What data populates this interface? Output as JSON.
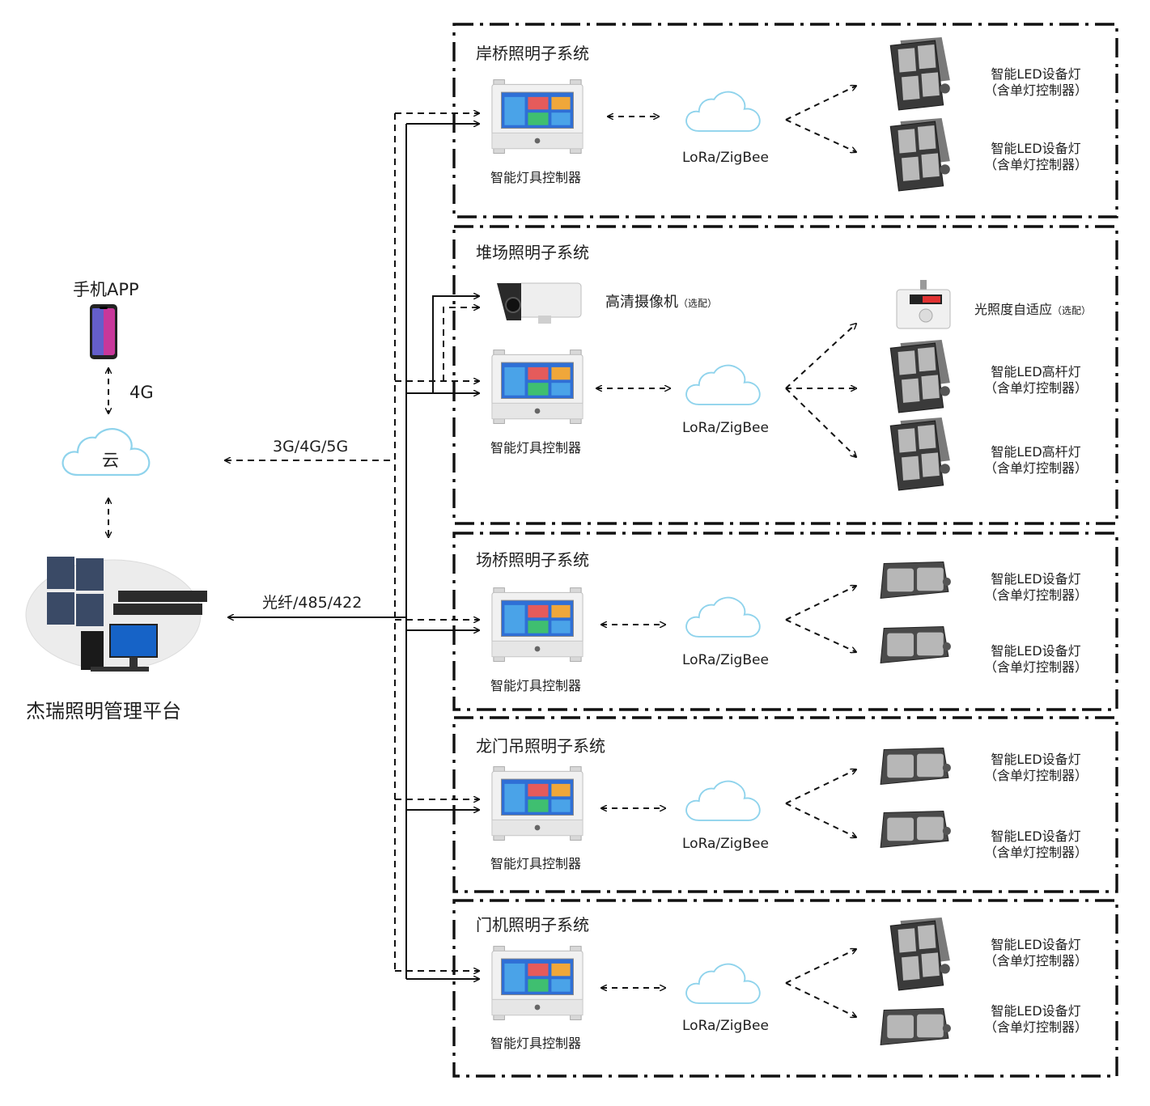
{
  "platform": {
    "mobile_app": "手机APP",
    "link_4g": "4G",
    "cloud": "云",
    "management_platform": "杰瑞照明管理平台",
    "wireless_link": "3G/4G/5G",
    "wired_link": "光纤/485/422"
  },
  "common": {
    "controller": "智能灯具控制器",
    "network": "LoRa/ZigBee"
  },
  "subsystems": [
    {
      "title": "岸桥照明子系统",
      "lamps": [
        {
          "name": "智能LED设备灯",
          "sub": "（含单灯控制器）"
        },
        {
          "name": "智能LED设备灯",
          "sub": "（含单灯控制器）"
        }
      ]
    },
    {
      "title": "堆场照明子系统",
      "camera": {
        "name": "高清摄像机",
        "note": "（选配）"
      },
      "sensor": {
        "name": "光照度自适应",
        "note": "（选配）"
      },
      "lamps": [
        {
          "name": "智能LED高杆灯",
          "sub": "（含单灯控制器）"
        },
        {
          "name": "智能LED高杆灯",
          "sub": "（含单灯控制器）"
        }
      ]
    },
    {
      "title": "场桥照明子系统",
      "lamps": [
        {
          "name": "智能LED设备灯",
          "sub": "（含单灯控制器）"
        },
        {
          "name": "智能LED设备灯",
          "sub": "（含单灯控制器）"
        }
      ]
    },
    {
      "title": "龙门吊照明子系统",
      "lamps": [
        {
          "name": "智能LED设备灯",
          "sub": "（含单灯控制器）"
        },
        {
          "name": "智能LED设备灯",
          "sub": "（含单灯控制器）"
        }
      ]
    },
    {
      "title": "门机照明子系统",
      "lamps": [
        {
          "name": "智能LED设备灯",
          "sub": "（含单灯控制器）"
        },
        {
          "name": "智能LED设备灯",
          "sub": "（含单灯控制器）"
        }
      ]
    }
  ],
  "colors": {
    "line": "#111111",
    "cloud_stroke": "#8fd3ec",
    "screen": "#2f6fd6"
  }
}
